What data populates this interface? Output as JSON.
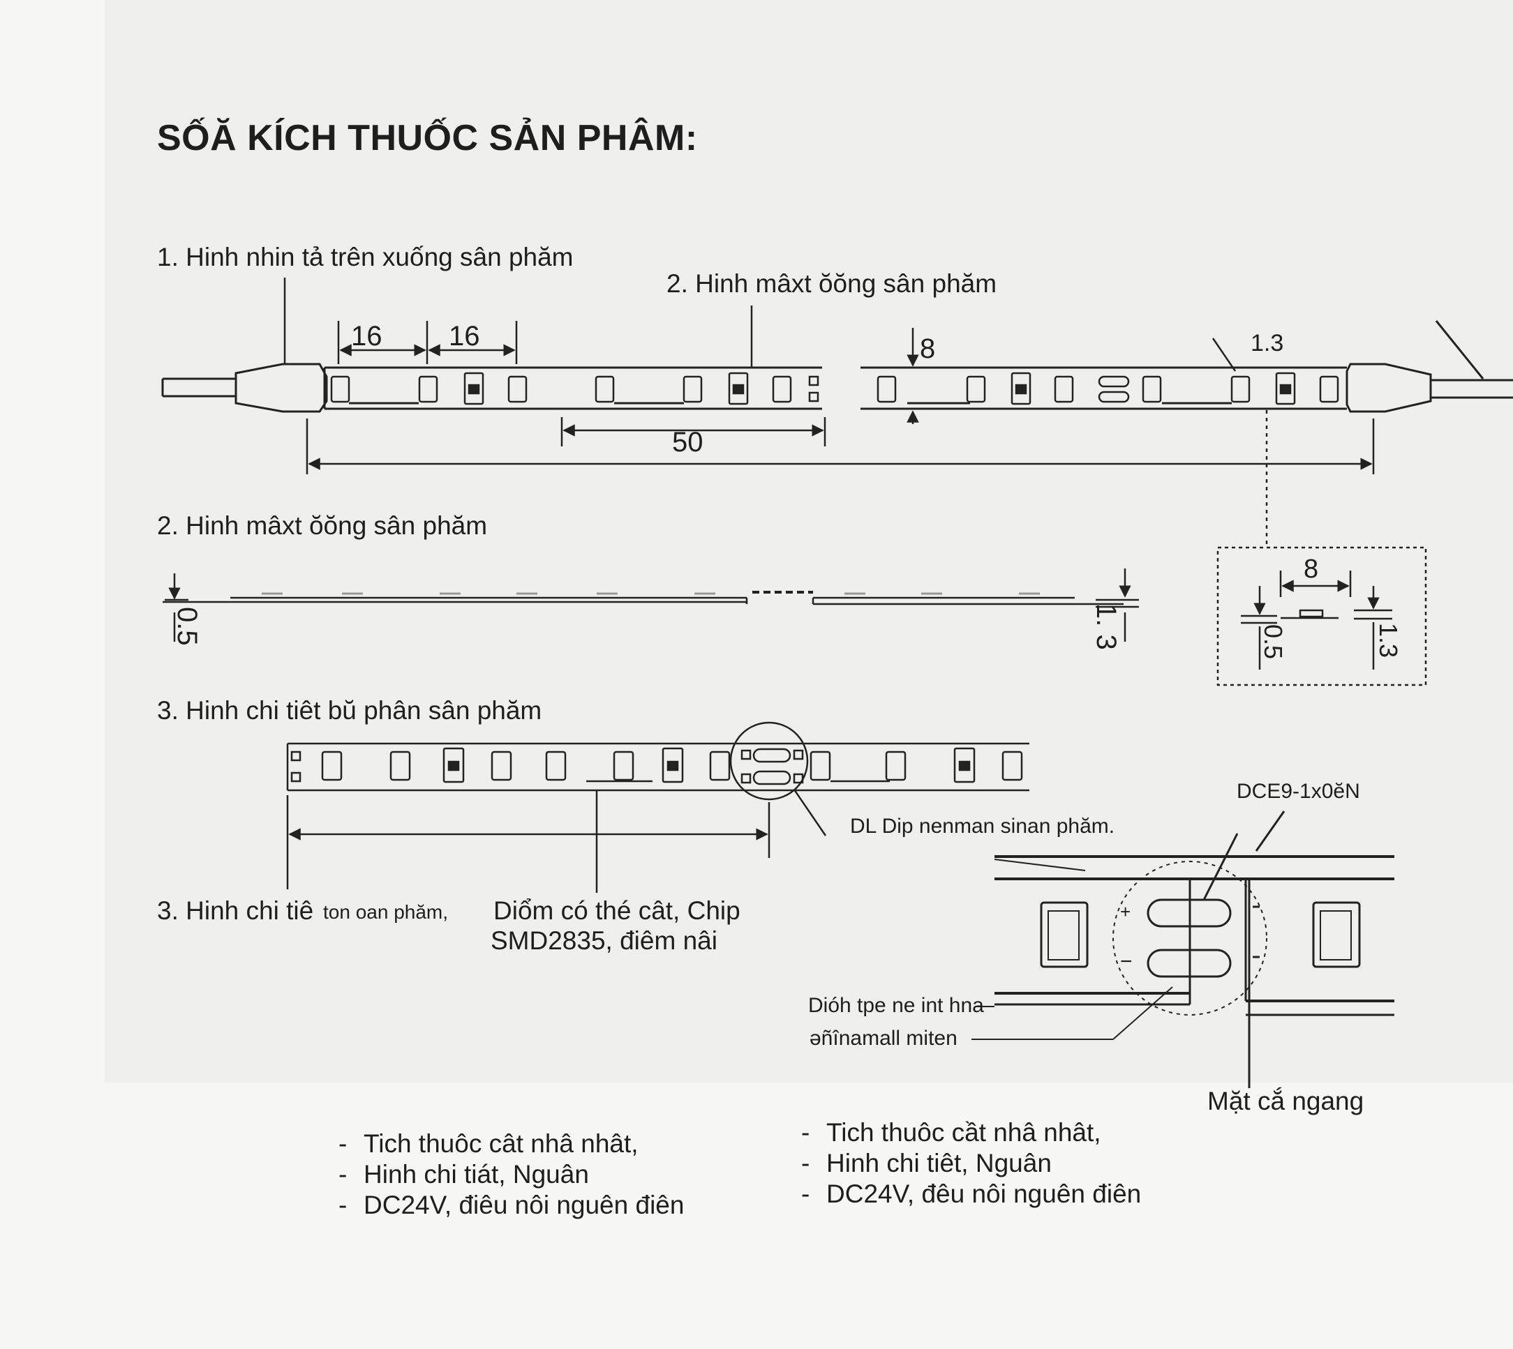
{
  "title": "SỐĂ KÍCH THUỐC SẢN PHÂM:",
  "section1": {
    "label": "1. Hinh nhin tả trên xuống sân phăm"
  },
  "section2_top": {
    "label": "2. Hinh mâxt ŏŏng sân phăm"
  },
  "section2": {
    "label": "2. Hinh mâxt ŏŏng sân phăm"
  },
  "section3": {
    "label": "3. Hinh chi tiêt bŭ phân sân phăm"
  },
  "dimensions": {
    "led_pitch_1": "16",
    "led_pitch_2": "16",
    "cut_length": "50",
    "strip_width": "8",
    "thickness_label": "1.3",
    "side_thickness_left": "0.5",
    "side_thickness_right": "1. 3",
    "detail_width": "8",
    "detail_left": "0.5",
    "detail_right": "1.3"
  },
  "callouts": {
    "chip_note_part1": "3. Hinh chi tiê",
    "chip_note_part2": "ton oan phăm,",
    "chip_note_part3": "Diổm có thé cât, Chip",
    "chip_note_line2": "SMD2835, điêm nâi",
    "dip_note": "DL Dip nenman sinan phăm.",
    "dc_label": "DCE9-1x0ĕN",
    "pad_note_1": "Dióh tpe ne int hna",
    "pad_note_2": "ǝñînamall miten",
    "cross_section": "Mặt cắ ngang",
    "plus": "+",
    "minus": "−"
  },
  "notes_left": [
    "Tich thuôc cât nhâ nhât,",
    "Hinh chi tiát, Nguân",
    "DC24V, điêu nôi nguên điên"
  ],
  "notes_right": [
    "Tich thuôc cầt nhâ nhât,",
    "Hinh chi tiêt, Nguân",
    "DC24V, đêu nôi nguên điên"
  ]
}
